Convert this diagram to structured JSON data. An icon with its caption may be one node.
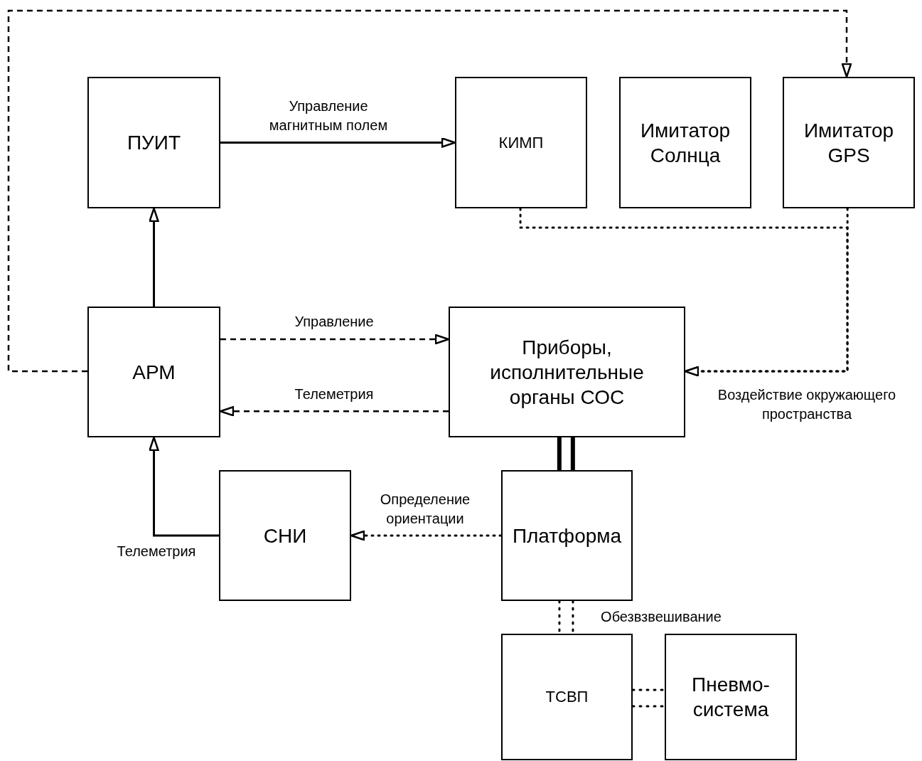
{
  "diagram": {
    "nodes": [
      {
        "text": [
          "ПУИТ"
        ]
      },
      {
        "text": [
          "КИМП"
        ]
      },
      {
        "text": [
          "Имитатор Солнца"
        ]
      },
      {
        "text": [
          "Имитатор GPS"
        ]
      },
      {
        "text": [
          "АРМ"
        ]
      },
      {
        "text": [
          "Приборы, исполнительные органы СОС"
        ]
      },
      {
        "text": [
          "СНИ"
        ]
      },
      {
        "text": [
          "Платформа"
        ]
      },
      {
        "text": [
          "ТСВП"
        ]
      },
      {
        "text": [
          "Пневмо-система"
        ]
      }
    ],
    "edges": [
      {
        "from": 0,
        "to": 1,
        "arrow": "to",
        "label": "Управление магнитным полем"
      },
      {
        "from": 4,
        "to": 0,
        "arrow": "to"
      },
      {
        "from": 4,
        "to": 5,
        "arrow": "to",
        "label": "Управление",
        "style": "dashed"
      },
      {
        "from": 5,
        "to": 4,
        "arrow": "to",
        "label": "Телеметрия",
        "style": "dashed"
      },
      {
        "from": 4,
        "to": 3,
        "arrow": "to",
        "style": "dashed"
      },
      {
        "from": 1,
        "to": 5,
        "arrow": "to",
        "style": "dashed"
      },
      {
        "from": 3,
        "to": 5,
        "arrow": "to",
        "style": "dashed",
        "label": "Воздействие окружающего пространства"
      },
      {
        "from": 7,
        "to": 6,
        "arrow": "to",
        "style": "dashed",
        "label": "Определение ориентации"
      },
      {
        "from": 6,
        "to": 4,
        "arrow": "to",
        "label": "Телеметрия"
      },
      {
        "from": 5,
        "to": 7,
        "arrow": "none",
        "style": "thick"
      },
      {
        "from": 7,
        "to": 8,
        "arrow": "none",
        "style": "dashed",
        "label": "Обезвзвешивание"
      },
      {
        "from": 8,
        "to": 9,
        "arrow": "none",
        "style": "dashed"
      }
    ]
  }
}
